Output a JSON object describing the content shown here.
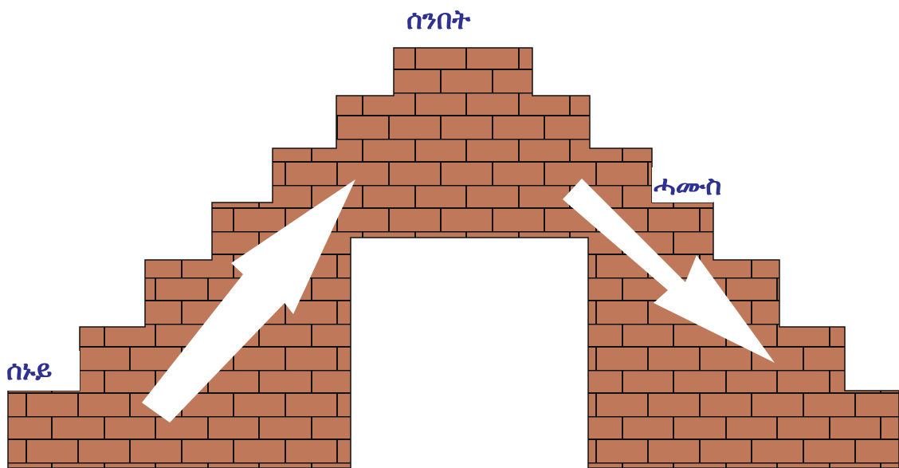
{
  "labels": {
    "top": "ሰንበት",
    "right": "ሓሙስ",
    "left": "ሰኑይ"
  },
  "colors": {
    "brick": "#c0785a",
    "mortar": "#111111",
    "label": "#2e3192",
    "arrow": "#ffffff"
  },
  "arrows": [
    {
      "name": "arrow-up-left-side",
      "direction": "up-right"
    },
    {
      "name": "arrow-down-right-side",
      "direction": "down-right"
    }
  ]
}
